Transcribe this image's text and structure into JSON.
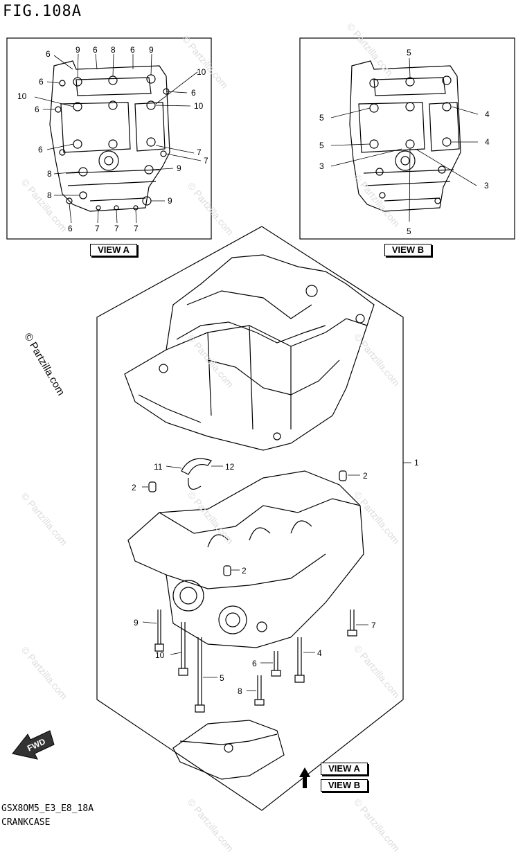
{
  "figure": {
    "title": "FIG.108A",
    "code": "GSX8OM5_E3_E8_18A",
    "name": "CRANKCASE"
  },
  "watermark": {
    "text": "© Partzilla.com"
  },
  "views": {
    "view_a_label": "VIEW A",
    "view_b_label": "VIEW B"
  },
  "fwd_label": "FWD",
  "view_a_callouts": [
    "6",
    "9",
    "6",
    "8",
    "6",
    "9",
    "6",
    "10",
    "10",
    "6",
    "10",
    "6",
    "6",
    "7",
    "7",
    "9",
    "8",
    "8",
    "9",
    "6",
    "7",
    "7",
    "7"
  ],
  "view_b_callouts": [
    "5",
    "5",
    "4",
    "5",
    "4",
    "3",
    "3",
    "5"
  ],
  "main_callouts": [
    "1",
    "11",
    "12",
    "2",
    "2",
    "2",
    "9",
    "7",
    "10",
    "4",
    "6",
    "5",
    "8"
  ]
}
